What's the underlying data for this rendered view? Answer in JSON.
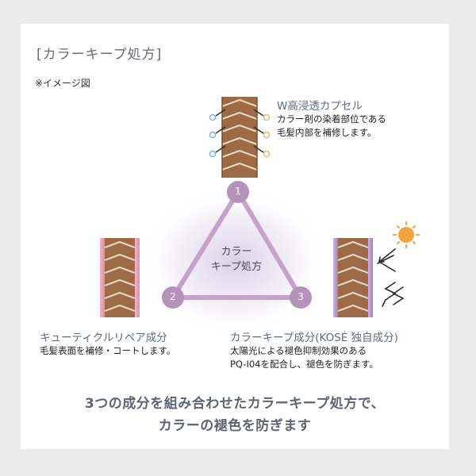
{
  "header": {
    "title": "[カラーキープ処方]",
    "note": "※イメージ図"
  },
  "center": {
    "line1": "カラー",
    "line2": "キープ処方"
  },
  "nodes": [
    {
      "number": "1"
    },
    {
      "number": "2"
    },
    {
      "number": "3"
    }
  ],
  "item1": {
    "title": "W高浸透カプセル",
    "desc1": "カラー剤の染着部位である",
    "desc2": "毛髪内部を補修します。"
  },
  "item2": {
    "title": "キューティクルリペア成分",
    "desc1": "毛髪表面を補修・コートします。"
  },
  "item3": {
    "title": "カラーキープ成分(KOSÉ 独自成分)",
    "desc1": "太陽光による褪色抑制効果のある",
    "desc2": "PQ-I04を配合し、褪色を防ぎます。"
  },
  "footer": {
    "line1": "3つの成分を組み合わせたカラーキープ処方で、",
    "line2": "カラーの褪色を防ぎます"
  },
  "colors": {
    "background": "#ebebeb",
    "card": "#ffffff",
    "triangle": "#c4a3c7",
    "node": "#b592b9",
    "hair": "#9c6b45",
    "cuticle_pink": "#e8a2b8",
    "cuticle_purple": "#b49bc9",
    "sun": "#f2a33a"
  },
  "icons": [
    "hair-strand-icon",
    "capsule-dot-icon",
    "sun-icon",
    "uv-arrow-icon"
  ]
}
